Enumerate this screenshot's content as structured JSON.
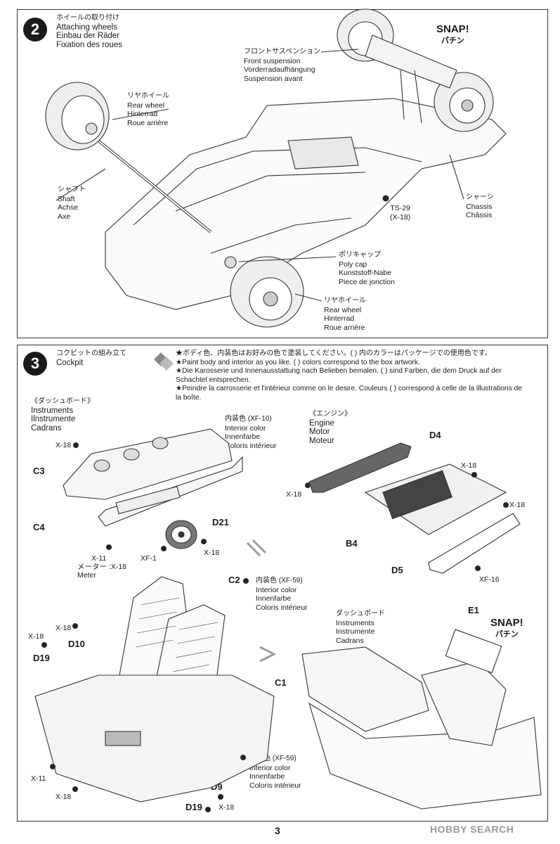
{
  "step2": {
    "number": "2",
    "title": [
      "ホイールの取り付け",
      "Attaching wheels",
      "Einbau der Räder",
      "Fixation des roues"
    ],
    "front_suspension": [
      "フロントサスペンション",
      "Front suspension",
      "Vorderradaufhängung",
      "Suspension avant"
    ],
    "rear_wheel_top": [
      "リヤホイール",
      "Rear wheel",
      "Hinterrad",
      "Roue arrière"
    ],
    "shaft": [
      "シャフト",
      "Shaft",
      "Achse",
      "Axe"
    ],
    "chassis": [
      "シャーシ",
      "Chassis",
      "Châssis"
    ],
    "paint": [
      "TS-29",
      "(X-18)"
    ],
    "poly_cap": [
      "ポリキャップ",
      "Poly cap",
      "Kunststoff-Nabe",
      "Piece de jonction"
    ],
    "rear_wheel_bottom": [
      "リヤホイール",
      "Rear wheel",
      "Hinterrad",
      "Roue arrière"
    ],
    "snap": "SNAP!",
    "snap_jp": "パチン"
  },
  "step3": {
    "number": "3",
    "title": [
      "コクピットの組み立て",
      "Cockpit"
    ],
    "notes": [
      "★ボディ色、内装色はお好みの色で塗装してください。( ) 内のカラーはパッケージでの使用色です。",
      "★Paint body and interior as you like. ( ) colors correspond to the box artwork.",
      "★Die Karosserie und Innenausstattung nach Belieben bemalen. ( ) sind Farben, die dem Druck auf der Schachtel entsprechen.",
      "★Peindre la carrosserie et l'intérieur comme on le desire. Couleurs ( ) correspond à celle de la illustrations de la boîte."
    ],
    "instruments_header": [
      "《ダッシュボード》",
      "Instruments",
      "Ilnstrumente",
      "Cadrans"
    ],
    "interior_xf10": [
      "内装色 (XF-10)",
      "Interior color",
      "Innenfarbe",
      "Coloris intérieur"
    ],
    "engine_header": [
      "《エンジン》",
      "Engine",
      "Motor",
      "Moteur"
    ],
    "labels": {
      "x18": "X-18",
      "c3": "C3",
      "c4": "C4",
      "d21": "D21",
      "x11": "X-11",
      "meter_jp": "メーター :X-18",
      "meter": "Meter",
      "xf1": "XF-1",
      "d4": "D4",
      "b4": "B4",
      "d5": "D5",
      "xf16": "XF-16",
      "c2": "C2",
      "d10": "D10",
      "d19": "D19",
      "c1": "C1",
      "d9": "D9",
      "e1": "E1"
    },
    "interior_xf59_top": [
      "内装色 (XF-59)",
      "Interior color",
      "Innenfarbe",
      "Coloris intérieur"
    ],
    "interior_xf59_bottom": [
      "内装色 (XF-59)",
      "Interior color",
      "Innenfarbe",
      "Coloris intérieur"
    ],
    "dashboard_callout": [
      "ダッシュボード",
      "Instruments",
      "Instrumente",
      "Cadrans"
    ],
    "snap": "SNAP!",
    "snap_jp": "パチン"
  },
  "footer": {
    "page_number": "3",
    "watermark": "HOBBY SEARCH"
  }
}
